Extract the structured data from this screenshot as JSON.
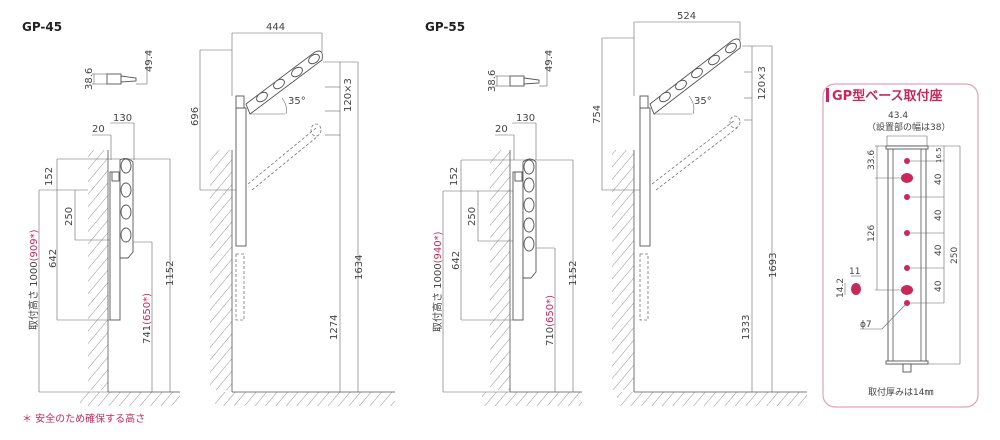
{
  "gp45": {
    "title": "GP-45",
    "top_view": {
      "height": "38.6",
      "width": "49.4"
    },
    "folded": {
      "dim_130": "130",
      "dim_20": "20",
      "dim_152": "152",
      "dim_250": "250",
      "dim_642": "642",
      "mount_height_label": "取付高さ 1000",
      "mount_height_safe": "(909*)",
      "dim_1152": "1152",
      "clearance": "741",
      "clearance_safe": "(650*)"
    },
    "extended": {
      "dim_444": "444",
      "dim_696": "696",
      "angle": "35°",
      "pitch": "120×3",
      "dim_1634": "1634",
      "dim_1274": "1274"
    }
  },
  "gp55": {
    "title": "GP-55",
    "top_view": {
      "height": "38.6",
      "width": "49.4"
    },
    "folded": {
      "dim_130": "130",
      "dim_20": "20",
      "dim_152": "152",
      "dim_250": "250",
      "dim_642": "642",
      "mount_height_label": "取付高さ 1000",
      "mount_height_safe": "(940*)",
      "dim_1152": "1152",
      "clearance": "710",
      "clearance_safe": "(650*)"
    },
    "extended": {
      "dim_524": "524",
      "dim_754": "754",
      "angle": "35°",
      "pitch": "120×3",
      "dim_1693": "1693",
      "dim_1333": "1333"
    }
  },
  "base": {
    "title": "GP型ベース取付座",
    "width": "43.4",
    "width_note": "（設置部の幅は38）",
    "d_16_5": "16.5",
    "d_40": "40",
    "d_250": "250",
    "d_33_6": "33.6",
    "d_126": "126",
    "d_11": "11",
    "d_14_2": "14.2",
    "hole": "ϕ7",
    "thickness": "取付厚みは14㎜"
  },
  "footnote": "＊ 安全のため確保する高さ",
  "colors": {
    "accent": "#c8285a",
    "line": "#555555"
  }
}
